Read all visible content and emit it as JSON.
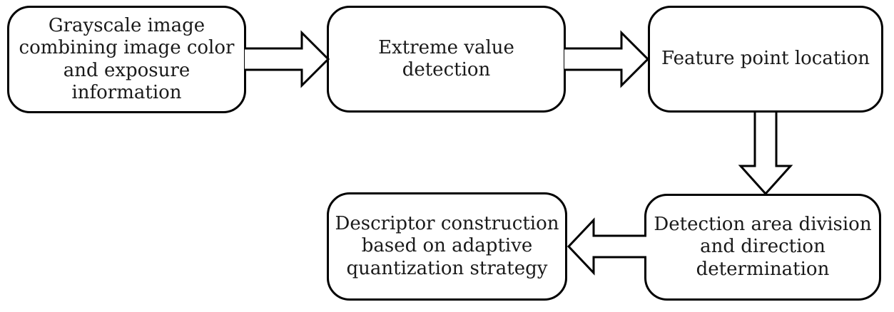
{
  "diagram": {
    "type": "flowchart",
    "background_color": "#ffffff",
    "node_fill_color": "#ffffff",
    "stroke_color": "#000000",
    "text_color": "#1a1a1a",
    "nodes": [
      {
        "id": "grayscale",
        "label": "Grayscale image\ncombining image color\nand exposure information"
      },
      {
        "id": "extreme",
        "label": "Extreme value detection"
      },
      {
        "id": "feature",
        "label": "Feature point location"
      },
      {
        "id": "detection",
        "label": "Detection area division\nand direction\ndetermination"
      },
      {
        "id": "descriptor",
        "label": "Descriptor construction\nbased on adaptive\nquantization strategy"
      }
    ],
    "arrows": [
      {
        "from": "grayscale",
        "to": "extreme",
        "direction": "right"
      },
      {
        "from": "extreme",
        "to": "feature",
        "direction": "right"
      },
      {
        "from": "feature",
        "to": "detection",
        "direction": "down"
      },
      {
        "from": "detection",
        "to": "descriptor",
        "direction": "left"
      }
    ]
  }
}
